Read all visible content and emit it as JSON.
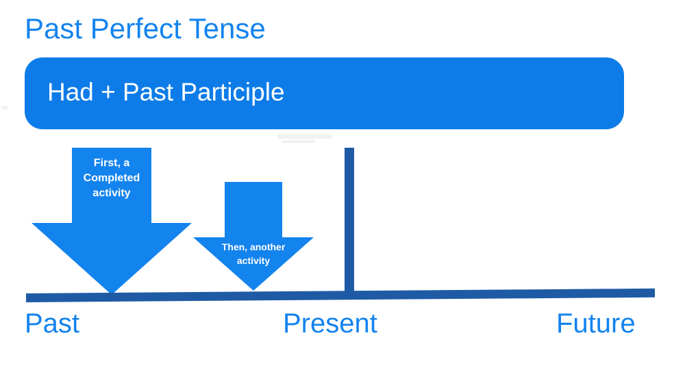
{
  "slide": {
    "title": "Past Perfect Tense",
    "formula": "Had + Past Participle",
    "background_color": "#ffffff"
  },
  "colors": {
    "accent_blue": "#1383EE",
    "banner_blue": "#0D7CE8",
    "arrow_blue": "#1383EE",
    "timeline_blue": "#1F5BA5",
    "label_text": "#ffffff"
  },
  "arrows": [
    {
      "name": "first-completed-activity",
      "label": "First, a\nCompleted\nactivity",
      "order": 1
    },
    {
      "name": "then-another-activity",
      "label": "Then, another\nactivity",
      "order": 2
    }
  ],
  "timeline": {
    "labels": [
      {
        "key": "past",
        "text": "Past"
      },
      {
        "key": "present",
        "text": "Present"
      },
      {
        "key": "future",
        "text": "Future"
      }
    ],
    "marker": "present"
  }
}
